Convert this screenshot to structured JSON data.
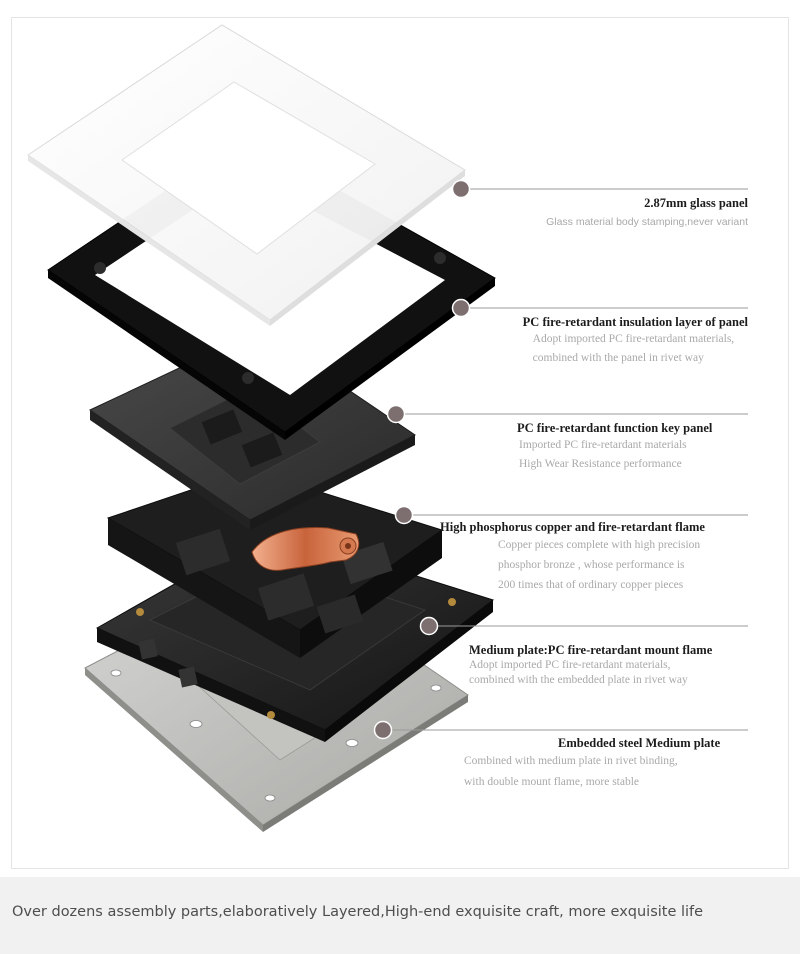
{
  "colors": {
    "dot": "#7d6f70",
    "leader": "#9a9a9a",
    "title": "#1c1c1c",
    "desc": "#a9a9a9",
    "footer_bg": "#f1f1f1"
  },
  "callouts": [
    {
      "title": "2.87mm glass panel",
      "lines": [
        "Glass  material body stamping,never variant"
      ]
    },
    {
      "title": "PC fire-retardant insulation layer of panel",
      "lines": [
        "Adopt imported PC fire-retardant materials,",
        "combined with the panel in rivet way"
      ]
    },
    {
      "title": "PC fire-retardant  function key panel",
      "lines": [
        "Imported PC fire-retardant materials",
        "High Wear Resistance performance"
      ]
    },
    {
      "title": "High phosphorus copper and fire-retardant flame",
      "lines": [
        "Copper pieces complete with high precision",
        "phosphor bronze , whose performance is",
        "200 times that of ordinary copper pieces"
      ]
    },
    {
      "title": "Medium plate:PC fire-retardant mount flame",
      "lines": [
        "Adopt imported PC fire-retardant materials,",
        "combined with the embedded plate in rivet way"
      ]
    },
    {
      "title": "Embedded steel Medium plate",
      "lines": [
        "Combined with medium plate in rivet binding,",
        "with  double mount flame, more stable"
      ]
    }
  ],
  "footer": {
    "text": "Over dozens assembly parts,elaboratively Layered,High-end exquisite craft,  more exquisite life"
  }
}
